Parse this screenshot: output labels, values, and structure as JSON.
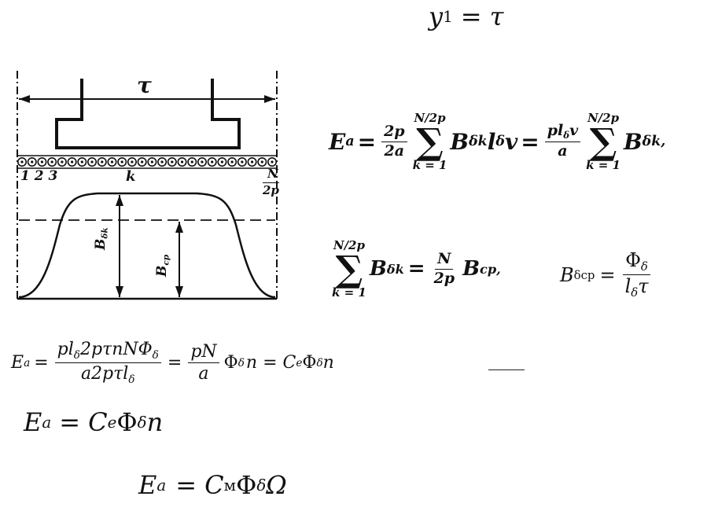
{
  "top_formula": {
    "lhs": "y",
    "lhs_sub": "1",
    "rhs": "= τ"
  },
  "figure": {
    "label_tau": "τ",
    "label_123": "1 2 3",
    "label_k": "k",
    "label_N": "N",
    "label_2p": "2p",
    "label_bdk": "B",
    "label_bdk_sub": "δk",
    "label_bcp": "B",
    "label_bcp_sub": "cp"
  },
  "eq_emf_sum": {
    "E": "E",
    "E_sub": "a",
    "eq1": "=",
    "f1_num": "2p",
    "f1_den": "2a",
    "sum_top": "N/2p",
    "sum_bottom": "k = 1",
    "term": "B",
    "term_sub": "δk",
    "term_l": "l",
    "term_l_sub": "δ",
    "term_v": "v",
    "eq2": "=",
    "f2_num": "pl",
    "f2_num_sub": "δ",
    "f2_num_tail": "v",
    "f2_den": "a",
    "term2": "B",
    "term2_sub": "δk,"
  },
  "eq_sum_bavg": {
    "sum_top": "N/2p",
    "sum_bottom": "k = 1",
    "term": "B",
    "term_sub": "δk",
    "eq": "=",
    "f_num": "N",
    "f_den": "2p",
    "tail": "B",
    "tail_sub": "cp,"
  },
  "eq_bavg": {
    "B": "B",
    "B_sub": "δcp",
    "eq": "=",
    "num": "Φ",
    "num_sub": "δ",
    "den": "l",
    "den_sub": "δ",
    "den_tail": "τ"
  },
  "eq_derivation": {
    "E": "E",
    "E_sub": "a",
    "eq1": "=",
    "f1_num_a": "pl",
    "f1_num_sub1": "δ",
    "f1_num_b": "2pτnNΦ",
    "f1_num_sub2": "δ",
    "f1_den_a": "a2pτl",
    "f1_den_sub": "δ",
    "eq2": "=",
    "f2_num": "pN",
    "f2_den": "a",
    "mid": "Φ",
    "mid_sub": "δ",
    "mid_tail": "n = C",
    "ce_sub": "e",
    "end": "Φ",
    "end_sub": "δ",
    "end_tail": "n"
  },
  "eq_final1": {
    "E": "E",
    "E_sub": "a",
    "eq": "= C",
    "c_sub": "e",
    "phi": "Φ",
    "phi_sub": "δ",
    "tail": "n"
  },
  "eq_final2": {
    "E": "E",
    "E_sub": "a",
    "eq": "= C",
    "c_sub": "м",
    "phi": "Φ",
    "phi_sub": "δ",
    "tail": "Ω"
  }
}
